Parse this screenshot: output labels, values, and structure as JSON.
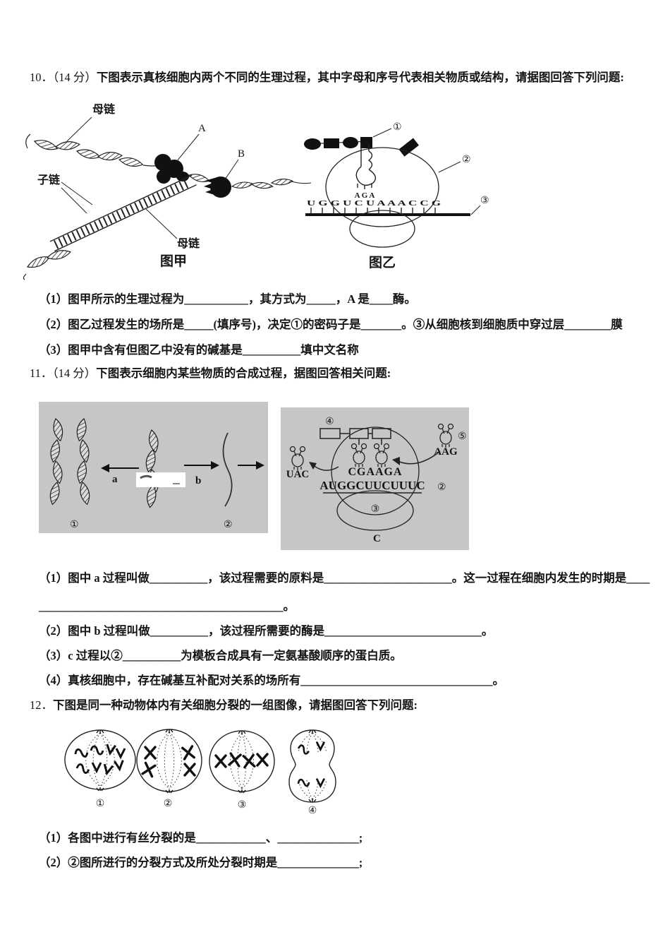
{
  "q10": {
    "num": "10．",
    "score": "（14 分）",
    "stem": "下图表示真核细胞内两个不同的生理过程，其中字母和序号代表相关物质或结构，请据图回答下列问题:",
    "sub1": "（1）图甲所示的生理过程为___________，其方式为_____，A 是____酶。",
    "sub2": "（2）图乙过程发生的场所是_____(填序号)，决定①的密码子是_______。③从细胞核到细胞质中穿过层________膜",
    "sub3": "（3）图甲中含有但图乙中没有的碱基是__________填中文名称",
    "fig": {
      "jia": {
        "caption": "图甲",
        "mother_top": "母链",
        "daughter": "子链",
        "mother_bottom": "母链",
        "label_a": "A",
        "label_b": "B"
      },
      "yi": {
        "caption": "图乙",
        "n1": "①",
        "n2": "②",
        "n3": "③",
        "anticodon": "A G A",
        "mrna": "U G G U C U A A A C C G"
      }
    }
  },
  "q11": {
    "num": "11．",
    "score": "（14 分）",
    "stem": "下图表示细胞内某些物质的合成过程，据图回答相关问题:",
    "sub1": "（1）图中 a 过程叫做__________，该过程需要的原料是______________________。这一过程在细胞内发生的时期是____",
    "sub1b": "__________________________________________。",
    "sub2": "（2）图中 b 过程叫做__________，该过程所需要的酶是___________________________。",
    "sub3": "（3）c 过程以②__________为模板合成具有一定氨基酸顺序的蛋白质。",
    "sub4": "（4）真核细胞中，存在碱基互补配对关系的场所有_________________________________。",
    "fig": {
      "left": {
        "n1": "①",
        "n2": "②",
        "a": "a",
        "b": "b"
      },
      "right": {
        "n2": "②",
        "n3": "③",
        "n4": "④",
        "n5": "⑤",
        "uac": "UAC",
        "aag": "AAG",
        "anticodons": "CGAAGA",
        "mrna": "AUGGCUUCUUUC",
        "c": "C"
      }
    }
  },
  "q12": {
    "num": "12．",
    "stem": "下图是同一种动物体内有关细胞分裂的一组图像，请据图回答下列问题:",
    "sub1": "（1）各图中进行有丝分裂的是____________、______________;",
    "sub2": "（2）②图所进行的分裂方式及所处分裂时期是______________;",
    "fig": {
      "n1": "①",
      "n2": "②",
      "n3": "③",
      "n4": "④"
    }
  }
}
